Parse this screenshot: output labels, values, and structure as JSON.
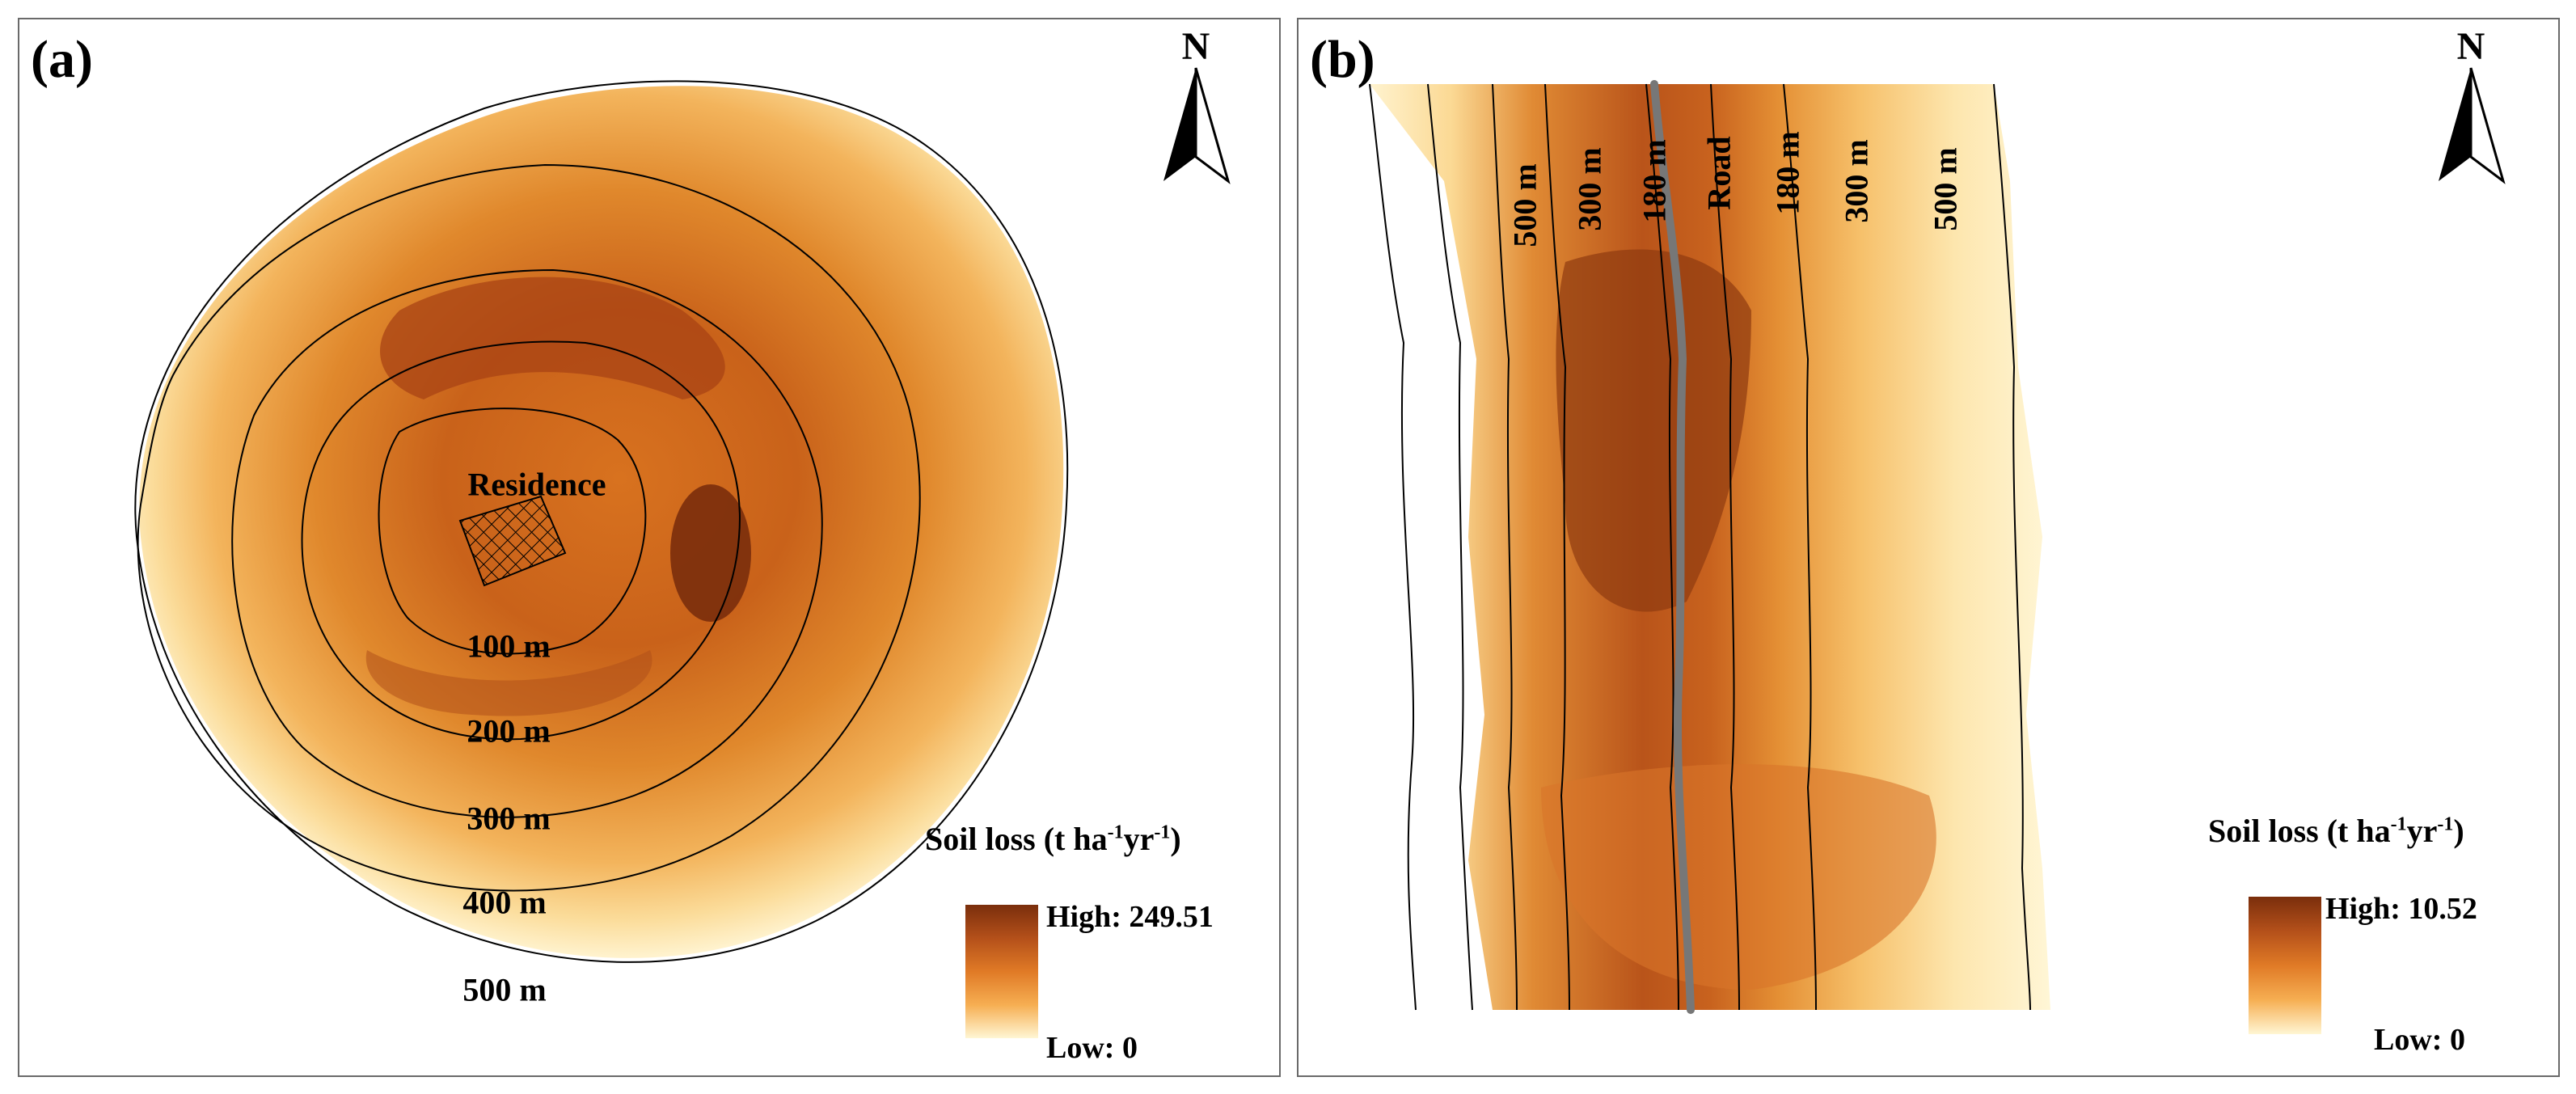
{
  "panel_a": {
    "label": "(a)",
    "north": "N",
    "residence_label": "Residence",
    "rings": [
      "100 m",
      "200 m",
      "300 m",
      "400 m",
      "500 m"
    ],
    "legend": {
      "title_main": "Soil loss (t ha",
      "title_sup1": "-1",
      "title_mid": "yr",
      "title_sup2": "-1",
      "title_end": ")",
      "high": "High: 249.51",
      "low": "Low: 0"
    }
  },
  "panel_b": {
    "label": "(b)",
    "north": "N",
    "road_label": "Road",
    "buffers_left": [
      "500 m",
      "300 m",
      "180 m"
    ],
    "buffers_right": [
      "180 m",
      "300 m",
      "500 m"
    ],
    "legend": {
      "title_main": "Soil loss (t ha",
      "title_sup1": "-1",
      "title_mid": "yr",
      "title_sup2": "-1",
      "title_end": ")",
      "high": "High: 10.52",
      "low": "Low: 0"
    }
  },
  "colors": {
    "low": "#fff8d8",
    "mid": "#f4a03c",
    "high": "#7a2e0c",
    "road": "#777777",
    "border": "#6a6a6a"
  }
}
